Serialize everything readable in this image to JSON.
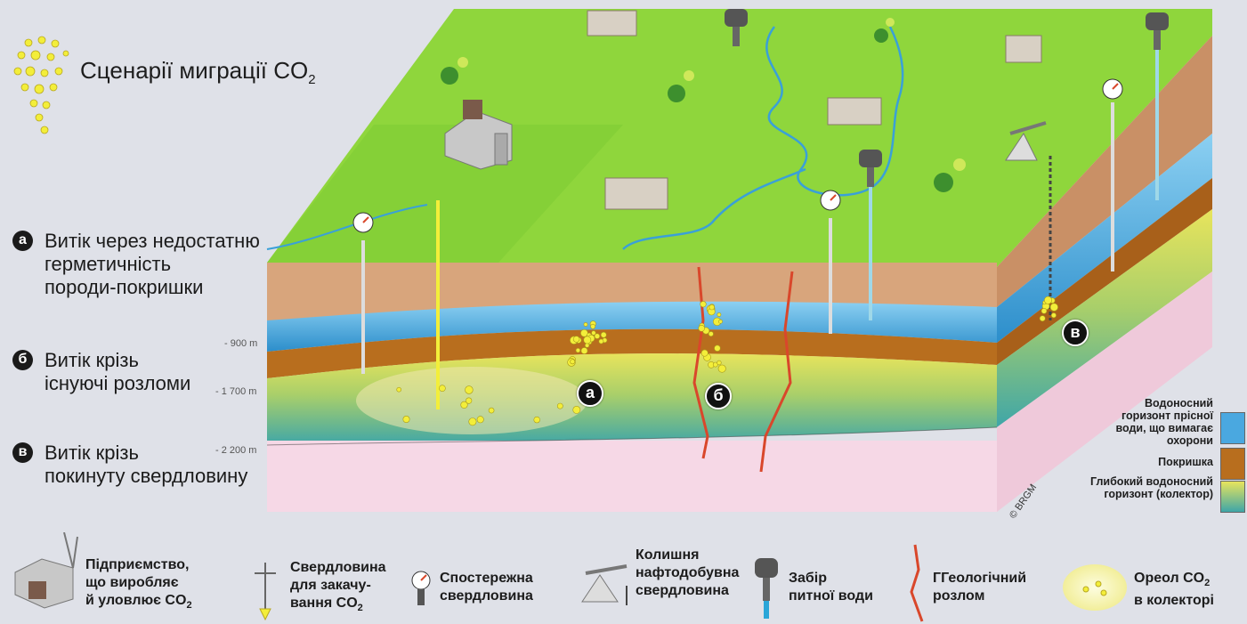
{
  "title": {
    "text": "Сценарії миграції CO",
    "sub": "2"
  },
  "scenarios": [
    {
      "badge": "а",
      "lines": [
        "Витік через недостатню",
        "герметичність",
        "породи-покришки"
      ]
    },
    {
      "badge": "б",
      "lines": [
        "Витік крізь",
        "існуючі розломи"
      ]
    },
    {
      "badge": "в",
      "lines": [
        "Витік крізь",
        "покинуту свердловину"
      ]
    }
  ],
  "depths": [
    "- 900 m",
    "- 1 700 m",
    "- 2 200 m"
  ],
  "block_markers": [
    "а",
    "б",
    "в"
  ],
  "right_legend": [
    {
      "lines": [
        "Водоносний",
        "горизонт прісної",
        "води, що вимагає",
        "охорони"
      ],
      "color": "#4aa8e0"
    },
    {
      "lines": [
        "Покришка"
      ],
      "color": "#b86e1e"
    },
    {
      "lines": [
        "Глибокий водоносний",
        "горизонт (колектор)"
      ],
      "color": "#c9d46a"
    }
  ],
  "copyright": "© BRGM",
  "bottom_legend": {
    "plant": {
      "lines": [
        "Підприємство,",
        "що виробляє",
        "й уловлює CO"
      ],
      "sub": "2"
    },
    "injection": {
      "lines": [
        "Свердловина",
        "для закачу-",
        "вання CO"
      ],
      "sub": "2"
    },
    "observation": {
      "lines": [
        "Спостережна",
        "свердловина"
      ]
    },
    "oil": {
      "lines": [
        "Колишня",
        "нафтодобувна",
        "свердловина"
      ]
    },
    "water": {
      "lines": [
        "Забір",
        "питної води"
      ]
    },
    "fault": {
      "lines": [
        "ГГеологічний",
        "розлом"
      ]
    },
    "halo": {
      "lines": [
        "Ореол CO",
        "в колекторі"
      ],
      "sub": "2"
    }
  },
  "colors": {
    "grass": "#8fd63c",
    "topsoil": "#d8a57c",
    "aquifer": "#4aa8e0",
    "caprock": "#b86e1e",
    "reservoir": "#c9d46a",
    "basement": "#f6d8e6",
    "fault": "#d9472b",
    "co2": "#f3ee3a"
  }
}
